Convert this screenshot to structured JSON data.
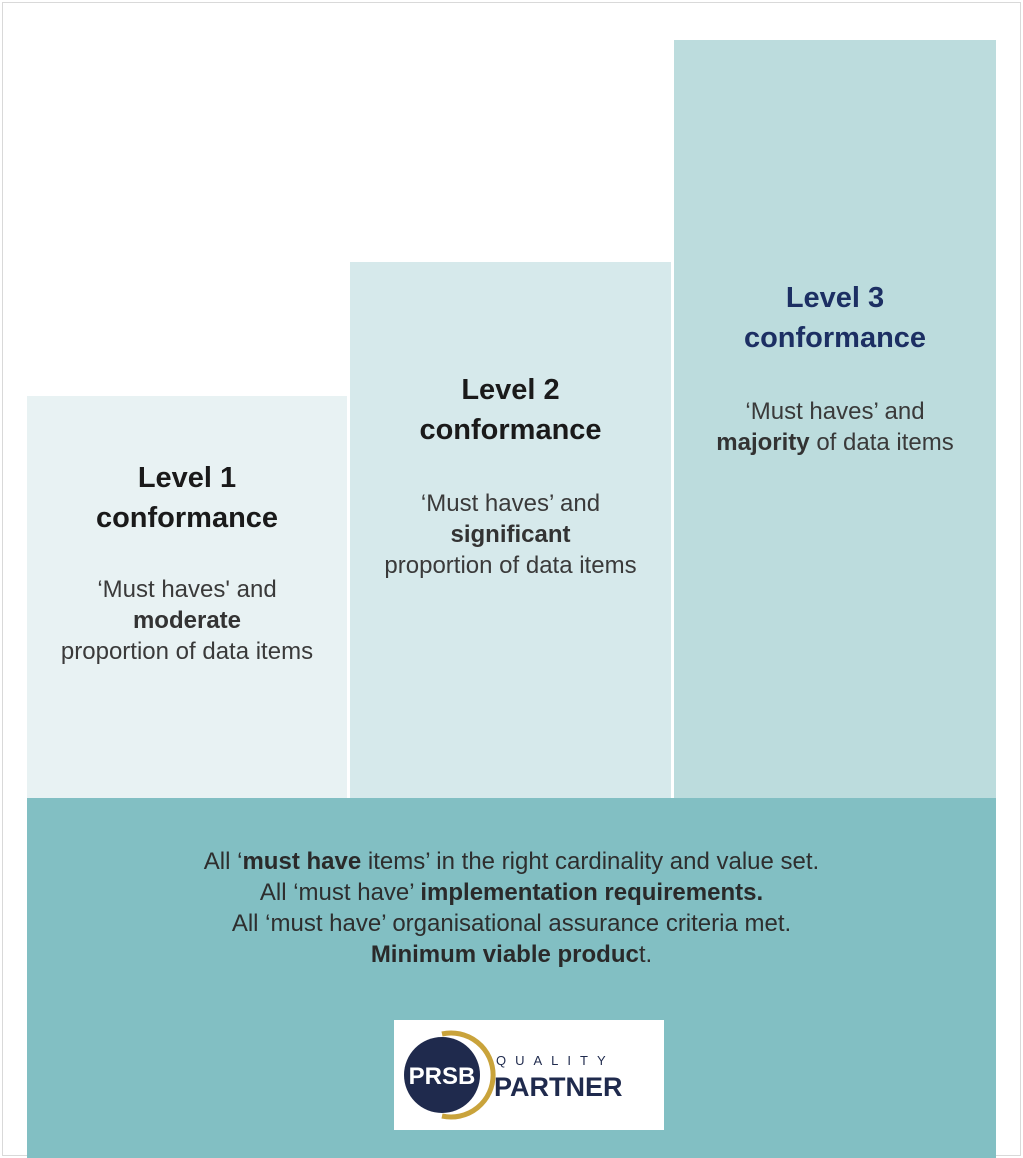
{
  "levels": [
    {
      "title_line1": "Level 1",
      "title_line2": "conformance",
      "desc_pre": "‘Must haves' and",
      "desc_bold": "moderate",
      "desc_post": "proportion of data items"
    },
    {
      "title_line1": "Level 2",
      "title_line2": "conformance",
      "desc_pre": "‘Must haves’ and",
      "desc_bold": "significant",
      "desc_post": "proportion of data items"
    },
    {
      "title_line1": "Level 3",
      "title_line2": "conformance",
      "desc_pre": "‘Must haves’ and",
      "desc_bold": "majority",
      "desc_post": "of data items"
    }
  ],
  "base": {
    "line1_pre": "All ‘",
    "line1_bold": "must have",
    "line1_post": " items’ in the right cardinality and value set.",
    "line2_pre": "All ‘must have’ ",
    "line2_bold": "implementation requirements.",
    "line3": "All ‘must have’ organisational assurance criteria met.",
    "line4_bold": "Minimum viable produc",
    "line4_post": "t."
  },
  "logo": {
    "prsb": "PRSB",
    "quality": "QUALITY",
    "partner": "PARTNER"
  },
  "colors": {
    "level1": "#e8f2f3",
    "level2": "#d6e9eb",
    "level3": "#bcdcdd",
    "base": "#82bfc3",
    "level3_title": "#1c2f63",
    "logo_navy": "#1f2a4d",
    "logo_gold": "#c9a33b"
  }
}
